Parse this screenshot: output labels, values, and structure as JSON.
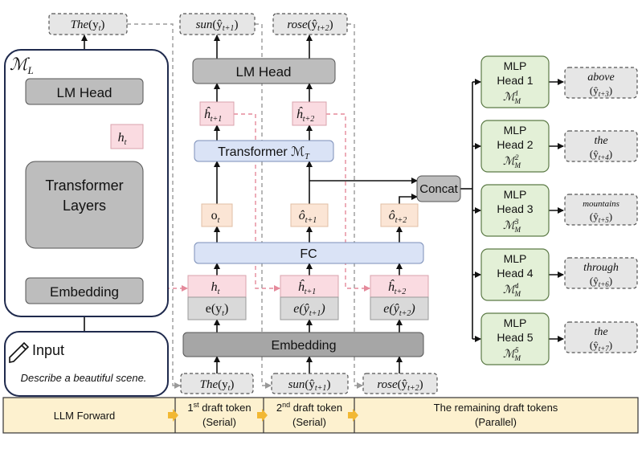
{
  "llm_box": {
    "label": "ℳ",
    "sub": "L"
  },
  "llm_lm_head": "LM Head",
  "llm_transformer": [
    "Transformer",
    "Layers"
  ],
  "llm_embedding": "Embedding",
  "llm_h": "h",
  "llm_h_sub": "t",
  "input": {
    "title": "Input",
    "prompt": "Describe a beautiful scene."
  },
  "top_tokens": [
    {
      "word": "The",
      "tag": "(y",
      "sub": "t",
      "close": ")"
    },
    {
      "word": "sun",
      "tag": "(ŷ",
      "sub": "t+1",
      "close": ")"
    },
    {
      "word": "rose",
      "tag": "(ŷ",
      "sub": "t+2",
      "close": ")"
    }
  ],
  "bottom_tokens": [
    {
      "word": "The",
      "tag": "(y",
      "sub": "t",
      "close": ")"
    },
    {
      "word": "sun",
      "tag": "(ŷ",
      "sub": "t+1",
      "close": ")"
    },
    {
      "word": "rose",
      "tag": "(ŷ",
      "sub": "t+2",
      "close": ")"
    }
  ],
  "draft_lm_head": "LM Head",
  "draft_transformer": {
    "label": "Transformer ℳ",
    "sub": "T"
  },
  "fc": "FC",
  "draft_embedding": "Embedding",
  "concat": "Concat",
  "h_hats": [
    {
      "base": "ĥ",
      "sub": "t+1"
    },
    {
      "base": "ĥ",
      "sub": "t+2"
    }
  ],
  "o_vals": [
    {
      "base": "o",
      "sub": "t"
    },
    {
      "base": "ô",
      "sub": "t+1"
    },
    {
      "base": "ô",
      "sub": "t+2"
    }
  ],
  "inputs_top": [
    {
      "base": "h",
      "sub": "t"
    },
    {
      "base": "ĥ",
      "sub": "t+1"
    },
    {
      "base": "ĥ",
      "sub": "t+2"
    }
  ],
  "inputs_bottom": [
    {
      "base": "e(y",
      "sub": "t",
      "close": ")"
    },
    {
      "base": "e(ŷ",
      "sub": "t+1",
      "close": ")"
    },
    {
      "base": "e(ŷ",
      "sub": "t+2",
      "close": ")"
    }
  ],
  "mlp_heads": [
    {
      "line1": "MLP",
      "line2": "Head 1",
      "m": "ℳ",
      "sup": "1",
      "sub": "M",
      "word": "above",
      "tag": "(ŷ",
      "tsub": "t+3",
      "close": ")"
    },
    {
      "line1": "MLP",
      "line2": "Head 2",
      "m": "ℳ",
      "sup": "2",
      "sub": "M",
      "word": "the",
      "tag": "(ŷ",
      "tsub": "t+4",
      "close": ")"
    },
    {
      "line1": "MLP",
      "line2": "Head 3",
      "m": "ℳ",
      "sup": "3",
      "sub": "M",
      "word": "mountains",
      "tag": "(ŷ",
      "tsub": "t+5",
      "close": ")"
    },
    {
      "line1": "MLP",
      "line2": "Head 4",
      "m": "ℳ",
      "sup": "4",
      "sub": "M",
      "word": "through",
      "tag": "(ŷ",
      "tsub": "t+6",
      "close": ")"
    },
    {
      "line1": "MLP",
      "line2": "Head 5",
      "m": "ℳ",
      "sup": "5",
      "sub": "M",
      "word": "the",
      "tag": "(ŷ",
      "tsub": "t+7",
      "close": ")"
    }
  ],
  "timeline": [
    {
      "line1": "LLM Forward",
      "line2": ""
    },
    {
      "sup": "st",
      "num": "1",
      "line1": " draft token",
      "line2": "(Serial)"
    },
    {
      "sup": "nd",
      "num": "2",
      "line1": " draft token",
      "line2": "(Serial)"
    },
    {
      "line1": "The remaining draft tokens",
      "line2": "(Parallel)"
    }
  ],
  "colors": {
    "gray_box": "#bdbdbd",
    "blue_box": "#dae3f6",
    "pink_box": "#fadbe1",
    "orange_box": "#fbe5d5",
    "green_box": "#e3f0d7",
    "token_box": "#e6e6e6",
    "timeline": "#fdf1cf",
    "timeline_arrow": "#f2b833",
    "navy": "#1f2a4d",
    "pink_dash": "#e58a9b"
  }
}
